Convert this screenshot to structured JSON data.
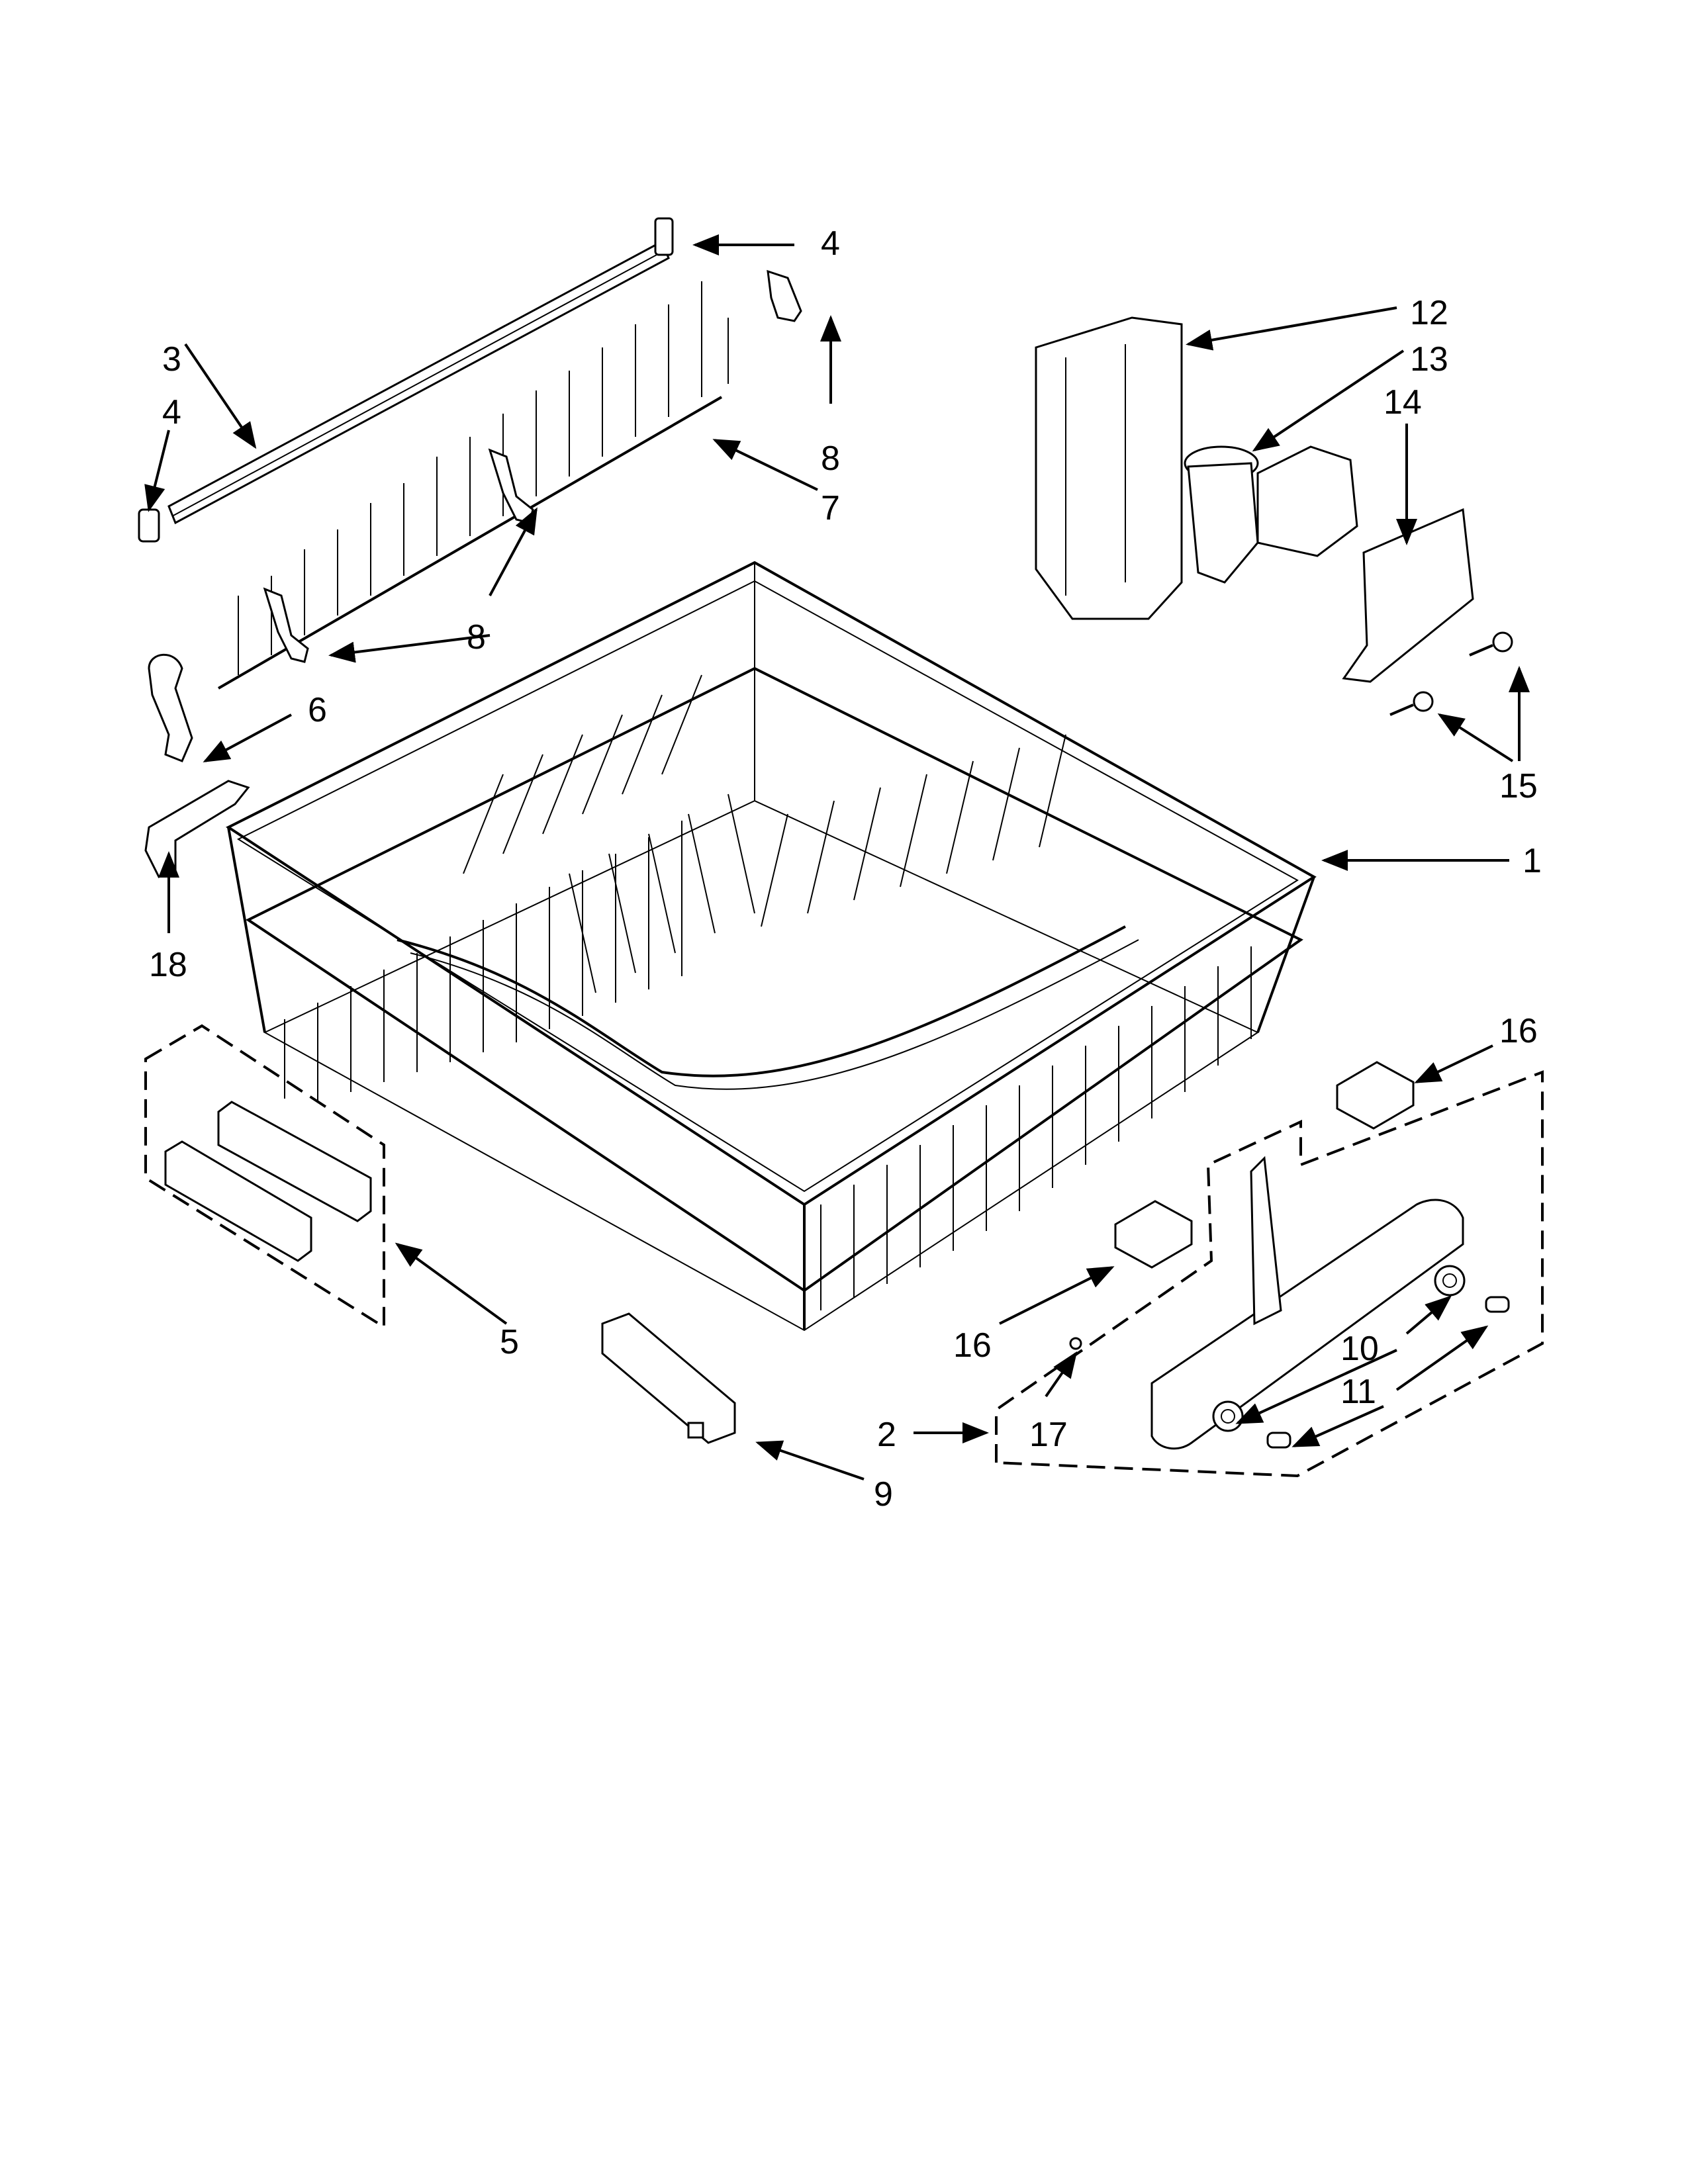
{
  "callouts": {
    "c1": "1",
    "c2": "2",
    "c3": "3",
    "c4a": "4",
    "c4b": "4",
    "c5": "5",
    "c6": "6",
    "c7": "7",
    "c8a": "8",
    "c8b": "8",
    "c9": "9",
    "c10": "10",
    "c11": "11",
    "c12": "12",
    "c13": "13",
    "c14": "14",
    "c15": "15",
    "c16a": "16",
    "c16b": "16",
    "c17": "17",
    "c18": "18"
  }
}
